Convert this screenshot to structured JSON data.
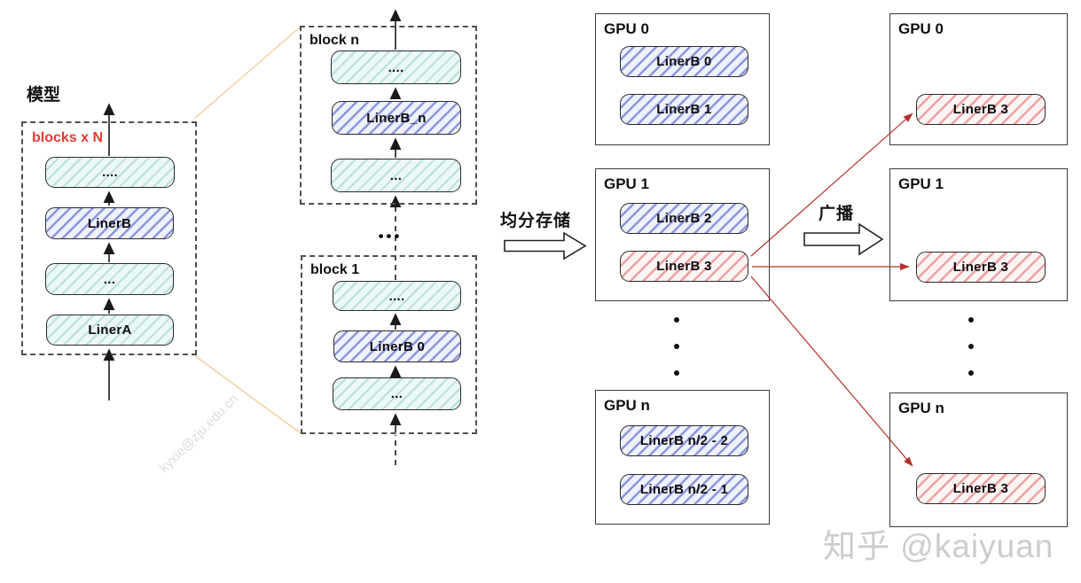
{
  "left_model": {
    "title": "模型",
    "blocks_label": "blocks x N",
    "layers": [
      {
        "text": "....",
        "variant": "cyan"
      },
      {
        "text": "LinerB",
        "variant": "blue"
      },
      {
        "text": "...",
        "variant": "cyan"
      },
      {
        "text": "LinerA",
        "variant": "cyan"
      }
    ]
  },
  "block_n": {
    "label": "block n",
    "layers": [
      {
        "text": "....",
        "variant": "cyan"
      },
      {
        "text": "LinerB_n",
        "variant": "blue"
      },
      {
        "text": "...",
        "variant": "cyan"
      }
    ]
  },
  "block_1": {
    "label": "block 1",
    "layers": [
      {
        "text": "....",
        "variant": "cyan"
      },
      {
        "text": "LinerB 0",
        "variant": "blue"
      },
      {
        "text": "...",
        "variant": "cyan"
      }
    ]
  },
  "ellipsis": {
    "horizontal": "•••"
  },
  "flow_labels": {
    "split": "均分存储",
    "broadcast": "广播"
  },
  "storage_gpus": [
    {
      "label": "GPU 0",
      "items": [
        {
          "text": "LinerB 0",
          "variant": "blue"
        },
        {
          "text": "LinerB 1",
          "variant": "blue"
        }
      ]
    },
    {
      "label": "GPU 1",
      "items": [
        {
          "text": "LinerB 2",
          "variant": "blue"
        },
        {
          "text": "LinerB 3",
          "variant": "red"
        }
      ]
    },
    {
      "label": "GPU n",
      "items": [
        {
          "text": "LinerB n/2 - 2",
          "variant": "blue"
        },
        {
          "text": "LinerB n/2 - 1",
          "variant": "blue"
        }
      ]
    }
  ],
  "broadcast_gpus": [
    {
      "label": "GPU 0",
      "items": [
        {
          "text": "LinerB 3",
          "variant": "red"
        }
      ]
    },
    {
      "label": "GPU 1",
      "items": [
        {
          "text": "LinerB 3",
          "variant": "red"
        }
      ]
    },
    {
      "label": "GPU n",
      "items": [
        {
          "text": "LinerB 3",
          "variant": "red"
        }
      ]
    }
  ],
  "watermarks": {
    "author": "知乎 @kaiyuan",
    "email": "kyxie@zju.edu.cn"
  },
  "colors": {
    "blocks_label_red": "#e93a31",
    "broadcast_arrow_red": "#b5302b",
    "connector_orange": "#f0cf9f",
    "arrow_black": "#1a1a1a"
  }
}
